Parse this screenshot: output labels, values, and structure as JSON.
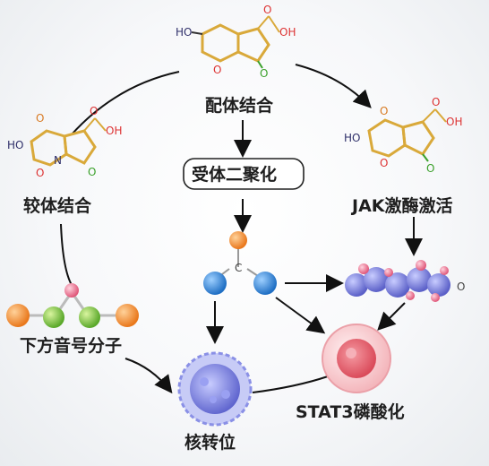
{
  "labels": {
    "ligand_binding": "配体结合",
    "receptor_dimer": "受体二聚化",
    "jak_activation": "JAK激酶激活",
    "gel_binding": "较体结合",
    "lower_molecule": "下方音号分子",
    "stat3_phos": "STAT3磷酸化",
    "nuclear_trans": "核转位"
  },
  "atoms": {
    "ho": "HO",
    "oh": "OH",
    "o": "O",
    "n": "N",
    "c": "C"
  },
  "colors": {
    "ring": "#e0b84a",
    "ring_red": "#e0303a",
    "ring_green": "#3aa02a",
    "orange": "#f0902a",
    "blue": "#2a82d8",
    "green": "#86cc44",
    "pink": "#ee7f9a",
    "purple": "#6b6fd0",
    "cell_red": "#e56a76",
    "nucleus": "#7c82e0"
  }
}
